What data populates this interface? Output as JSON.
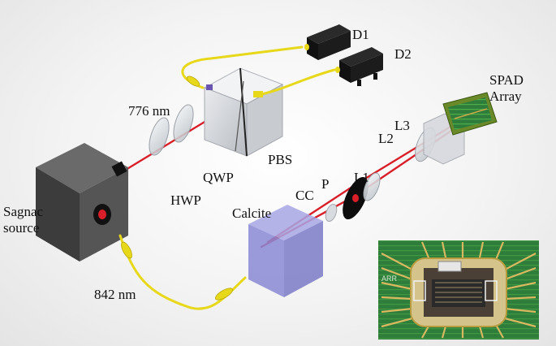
{
  "labels": {
    "d1": "D1",
    "d2": "D2",
    "spad_line1": "SPAD",
    "spad_line2": "Array",
    "wavelength_776": "776 nm",
    "pbs": "PBS",
    "qwp": "QWP",
    "hwp": "HWP",
    "l1": "L1",
    "l2": "L2",
    "l3": "L3",
    "p": "P",
    "cc": "CC",
    "calcite": "Calcite",
    "sagnac_line1": "Sagnac",
    "sagnac_line2": "source",
    "wavelength_842": "842 nm"
  },
  "colors": {
    "beam": "#d81e28",
    "fiber": "#e8d81a",
    "source": "#4a4a4a",
    "calcite": "#8f8fd8",
    "pcb_green": "#2f7d3a",
    "gold": "#c8a84a"
  },
  "icons": [
    "sagnac-source-cube",
    "pbs-cube",
    "detector-d1",
    "detector-d2",
    "spad-array-chip",
    "calcite-crystal",
    "chip-photo-inset"
  ]
}
